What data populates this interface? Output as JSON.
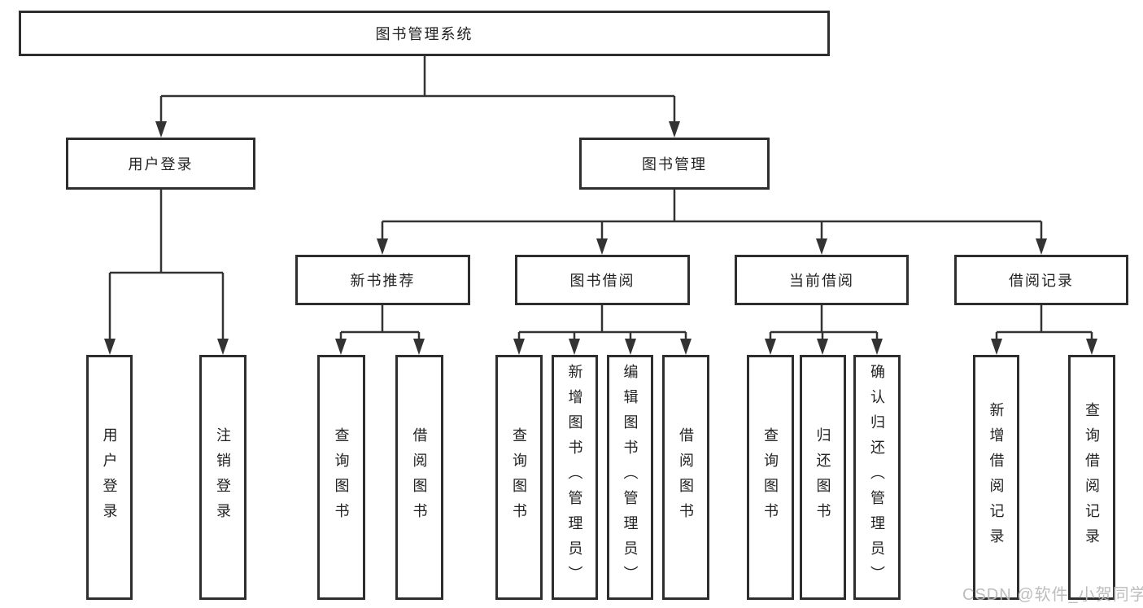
{
  "diagram": {
    "title_node": {
      "label": "图书管理系统"
    },
    "level2": [
      {
        "id": "user-login",
        "label": "用户登录"
      },
      {
        "id": "book-management",
        "label": "图书管理"
      }
    ],
    "level3": [
      {
        "id": "new-book-recommendation",
        "label": "新书推荐",
        "parent": "book-management"
      },
      {
        "id": "book-borrowing",
        "label": "图书借阅",
        "parent": "book-management"
      },
      {
        "id": "current-borrowing",
        "label": "当前借阅",
        "parent": "book-management"
      },
      {
        "id": "borrowing-records",
        "label": "借阅记录",
        "parent": "book-management"
      }
    ],
    "leaves": [
      {
        "parent": "user-login",
        "label": "用户登录"
      },
      {
        "parent": "user-login",
        "label": "注销登录"
      },
      {
        "parent": "new-book-recommendation",
        "label": "查询图书"
      },
      {
        "parent": "new-book-recommendation",
        "label": "借阅图书"
      },
      {
        "parent": "book-borrowing",
        "label": "查询图书"
      },
      {
        "parent": "book-borrowing",
        "label": "新增图书（管理员）"
      },
      {
        "parent": "book-borrowing",
        "label": "编辑图书（管理员）"
      },
      {
        "parent": "book-borrowing",
        "label": "借阅图书"
      },
      {
        "parent": "current-borrowing",
        "label": "查询图书"
      },
      {
        "parent": "current-borrowing",
        "label": "归还图书"
      },
      {
        "parent": "current-borrowing",
        "label": "确认归还（管理员）"
      },
      {
        "parent": "borrowing-records",
        "label": "新增借阅记录"
      },
      {
        "parent": "borrowing-records",
        "label": "查询借阅记录"
      }
    ]
  },
  "watermark": {
    "text": "CSDN @软件_小贺同学"
  },
  "colors": {
    "line": "#333333",
    "box_border": "#2e2e2e",
    "text": "#222222",
    "watermark": "#b9b9b9",
    "background": "#ffffff"
  }
}
